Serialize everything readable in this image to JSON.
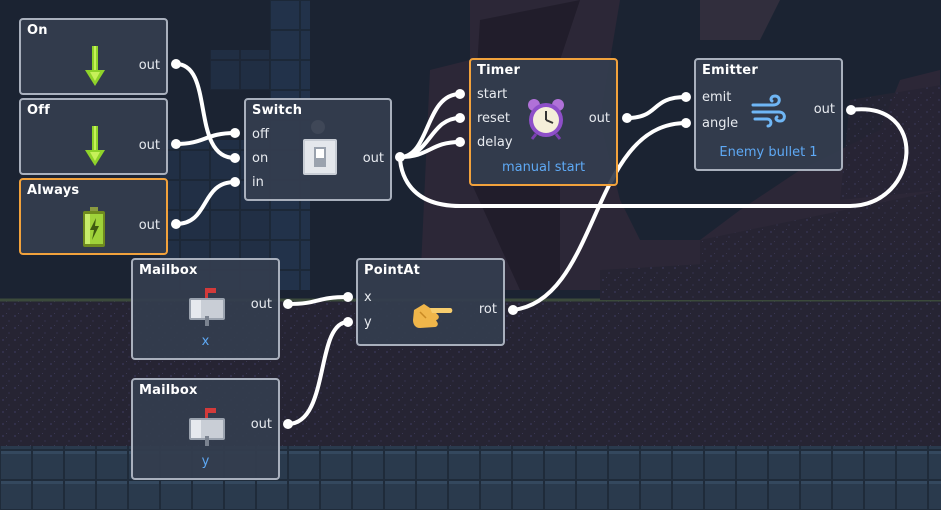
{
  "colors": {
    "node_bg": "#343d4f",
    "node_border": "#a9b0bd",
    "selected_border": "#f2a23c",
    "caption": "#5ea9f5",
    "wire": "#ffffff",
    "background": "#1d2533"
  },
  "nodes": {
    "on": {
      "title": "On",
      "out": "out",
      "icon": "arrow-down-icon"
    },
    "off": {
      "title": "Off",
      "out": "out",
      "icon": "arrow-down-icon"
    },
    "always": {
      "title": "Always",
      "out": "out",
      "icon": "battery-icon"
    },
    "switch": {
      "title": "Switch",
      "in_off": "off",
      "in_on": "on",
      "in_in": "in",
      "out": "out",
      "icon": "toggle-switch-icon"
    },
    "timer": {
      "title": "Timer",
      "in_start": "start",
      "in_reset": "reset",
      "in_delay": "delay",
      "out": "out",
      "caption": "manual start",
      "icon": "alarm-clock-icon"
    },
    "emitter": {
      "title": "Emitter",
      "in_emit": "emit",
      "in_angle": "angle",
      "out": "out",
      "caption": "Enemy bullet 1",
      "icon": "wind-icon"
    },
    "mailbox_x": {
      "title": "Mailbox",
      "out": "out",
      "caption": "x",
      "icon": "mailbox-icon"
    },
    "mailbox_y": {
      "title": "Mailbox",
      "out": "out",
      "caption": "y",
      "icon": "mailbox-icon"
    },
    "pointat": {
      "title": "PointAt",
      "in_x": "x",
      "in_y": "y",
      "out": "rot",
      "icon": "pointing-hand-icon"
    }
  }
}
